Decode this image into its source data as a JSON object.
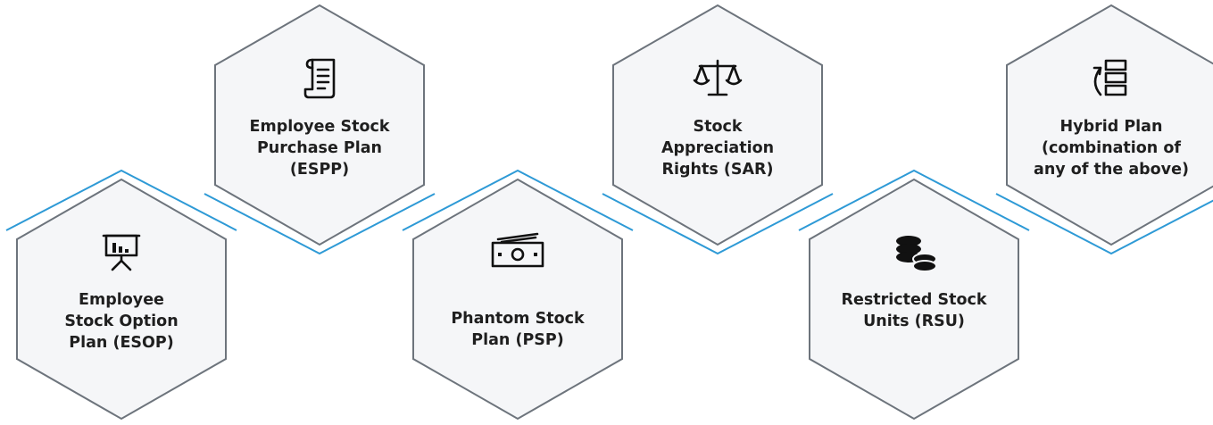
{
  "colors": {
    "accent_line": "#2e9ad6",
    "hexagon_fill": "#f5f6f8",
    "hexagon_border": "#6d747c",
    "text": "#1f1f1f"
  },
  "plans": [
    {
      "icon": "presentation-chart-icon",
      "label_lines": [
        "Employee",
        "Stock Option",
        "Plan (ESOP)"
      ]
    },
    {
      "icon": "document-scroll-icon",
      "label_lines": [
        "Employee Stock",
        "Purchase Plan",
        "(ESPP)"
      ]
    },
    {
      "icon": "money-cash-icon",
      "label_lines": [
        "Phantom Stock",
        "Plan (PSP)"
      ]
    },
    {
      "icon": "balance-scale-icon",
      "label_lines": [
        "Stock",
        "Appreciation",
        "Rights (SAR)"
      ]
    },
    {
      "icon": "coin-stack-icon",
      "label_lines": [
        "Restricted Stock",
        "Units (RSU)"
      ]
    },
    {
      "icon": "hybrid-flow-icon",
      "label_lines": [
        "Hybrid Plan",
        "(combination of",
        "any of the above)"
      ]
    }
  ]
}
